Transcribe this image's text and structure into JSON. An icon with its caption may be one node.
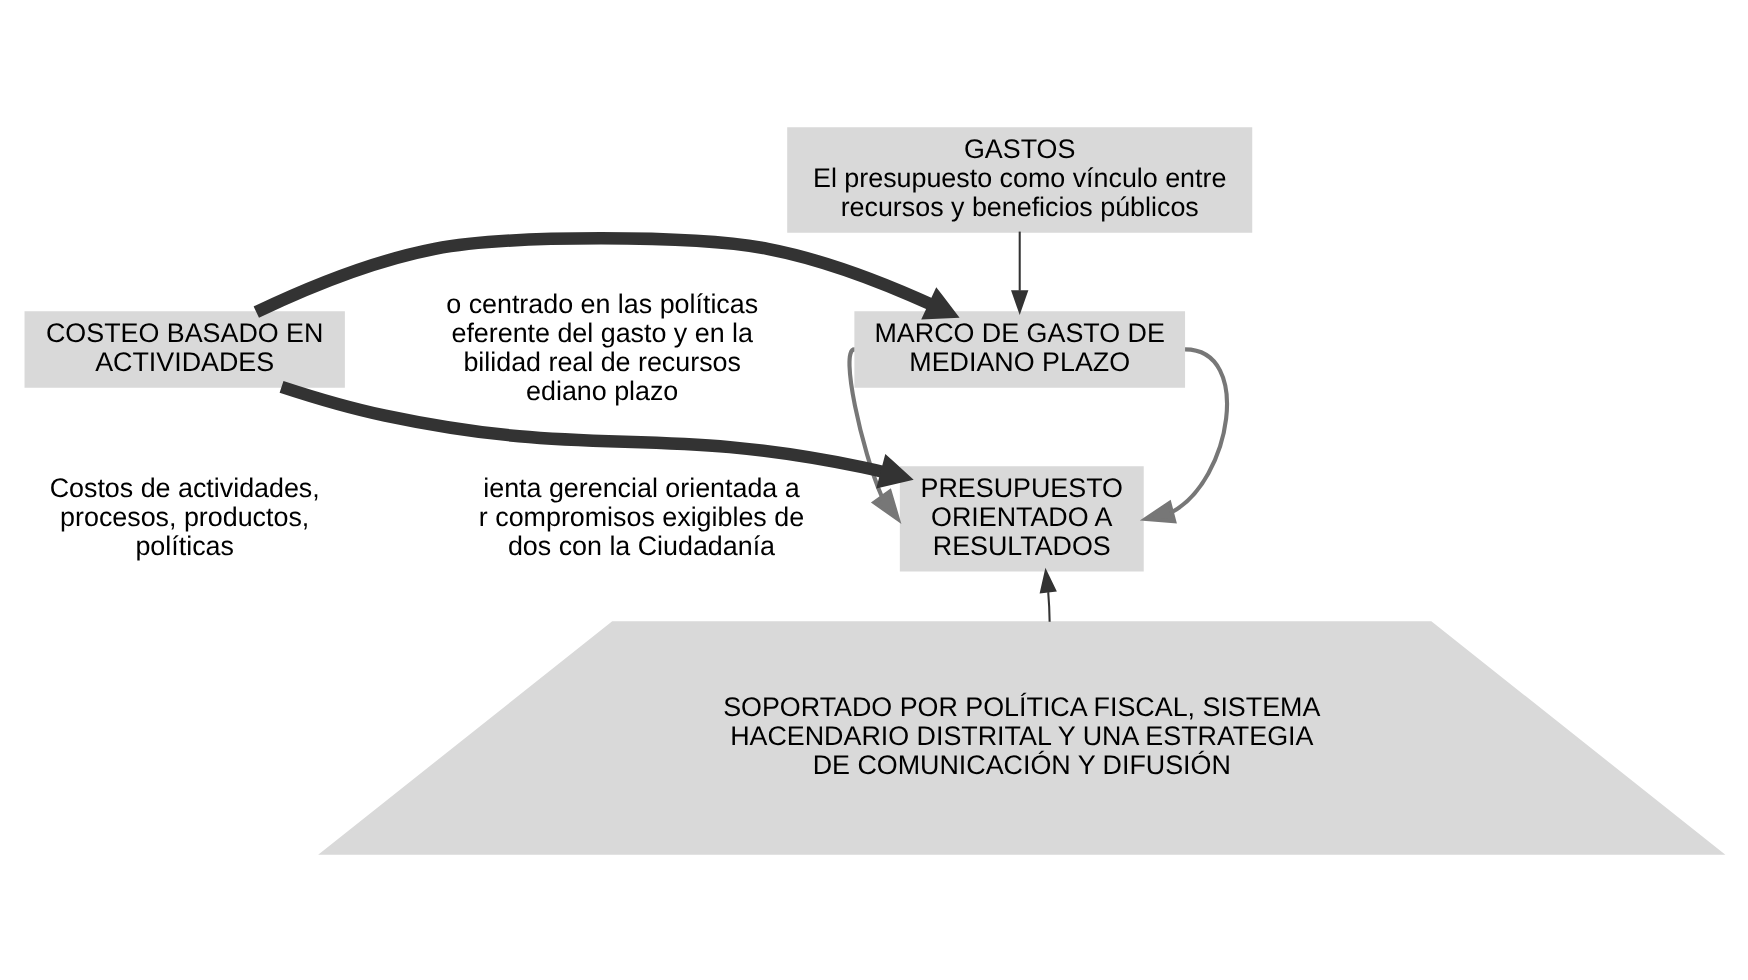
{
  "diagram": {
    "nodes": [
      {
        "text": [
          "GASTOS",
          "El presupuesto como vínculo entre recursos y beneficios públicos"
        ]
      },
      {
        "text": [
          "MARCO DE GASTO DE MEDIANO PLAZO"
        ]
      },
      {
        "text": [
          "PRESUPUESTO ORIENTADO A RESULTADOS"
        ]
      },
      {
        "text": [
          "COSTEO BASADO EN ACTIVIDADES"
        ],
        "beside": [
          "Costos de actividades, procesos, productos, políticas"
        ]
      },
      {
        "text": [
          "SOPORTADO POR POLÍTICA FISCAL, SISTEMA HACENDARIO DISTRITAL Y UNA ESTRATEGIA  DE COMUNICACIÓN Y DIFUSIÓN"
        ]
      }
    ],
    "edges": [
      {
        "from": 0,
        "to": 1,
        "arrow": "to"
      },
      {
        "from": 1,
        "to": 2,
        "arrow": "to"
      },
      {
        "from": 1,
        "to": 2,
        "arrow": "to"
      },
      {
        "from": 3,
        "to": 1,
        "arrow": "to",
        "style": "thick"
      },
      {
        "from": 3,
        "to": 2,
        "arrow": "to",
        "style": "thick"
      },
      {
        "from": 4,
        "to": 2,
        "arrow": "to"
      }
    ],
    "labels": [
      "o centrado en las políticas eferente del gasto y en la bilidad real de recursos ediano plazo",
      "ienta gerencial orientada a r compromisos exigibles de dos con la Ciudadanía"
    ]
  }
}
